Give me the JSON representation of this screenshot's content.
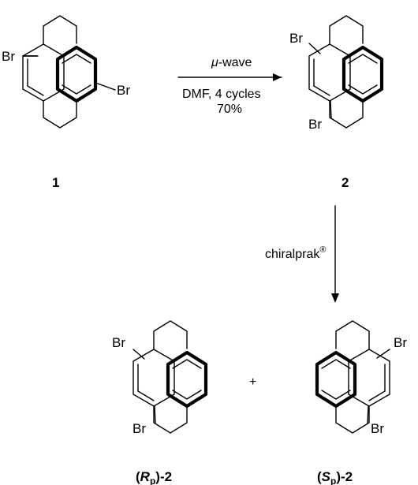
{
  "reaction_1": {
    "condition_top_prefix": "μ",
    "condition_top_suffix": "-wave",
    "condition_mid": "DMF, 4 cycles",
    "condition_yield": "70%"
  },
  "reaction_2": {
    "reagent": "chiralprak",
    "reagent_mark": "®"
  },
  "atoms": {
    "bromine": "Br"
  },
  "plus_sign": "+",
  "compounds": {
    "c1": {
      "label": "1"
    },
    "c2": {
      "label": "2"
    },
    "rp": {
      "open": "(",
      "stereo": "R",
      "sub": "p",
      "close": ")-2"
    },
    "sp": {
      "open": "(",
      "stereo": "S",
      "sub": "p",
      "close": ")-2"
    }
  }
}
